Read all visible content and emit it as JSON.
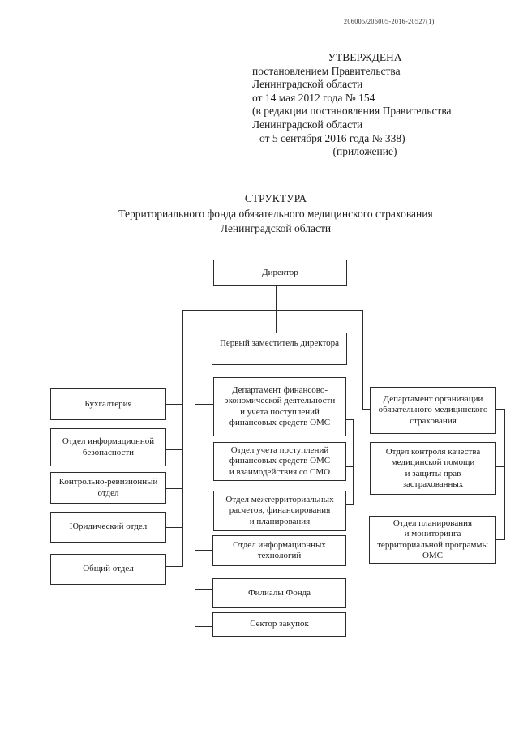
{
  "doc_number": "206005/206005-2016-20527(1)",
  "approval": {
    "heading": "УТВЕРЖДЕНА",
    "lines": [
      "постановлением Правительства",
      "Ленинградской области",
      "от 14 мая 2012 года № 154",
      "(в редакции постановления Правительства",
      "Ленинградской области",
      "от 5 сентября 2016 года № 338)"
    ],
    "annex": "(приложение)"
  },
  "title": {
    "line1": "СТРУКТУРА",
    "line2": "Территориального фонда обязательного медицинского страхования",
    "line3": "Ленинградской области"
  },
  "chart": {
    "director": "Директор",
    "deputy": "Первый заместитель директора",
    "left": [
      "Бухгалтерия",
      "Отдел информационной\nбезопасности",
      "Контрольно-ревизионный\nотдел",
      "Юридический отдел",
      "Общий отдел"
    ],
    "middle": [
      "Департамент финансово-\nэкономической деятельности\nи учета поступлений\nфинансовых средств ОМС",
      "Отдел учета поступлений\nфинансовых средств ОМС\nи взаимодействия со СМО",
      "Отдел межтерриториальных\nрасчетов, финансирования\nи планирования",
      "Отдел информационных\nтехнологий",
      "Филиалы Фонда",
      "Сектор закупок"
    ],
    "right": [
      "Департамент организации\nобязательного медицинского\nстрахования",
      "Отдел контроля качества\nмедицинской помощи\nи защиты прав\nзастрахованных",
      "Отдел планирования\nи мониторинга\nтерриториальной программы\nОМС"
    ]
  },
  "colors": {
    "ink": "#1c1c1c",
    "line": "#2c2c2c",
    "paper": "#ffffff"
  }
}
